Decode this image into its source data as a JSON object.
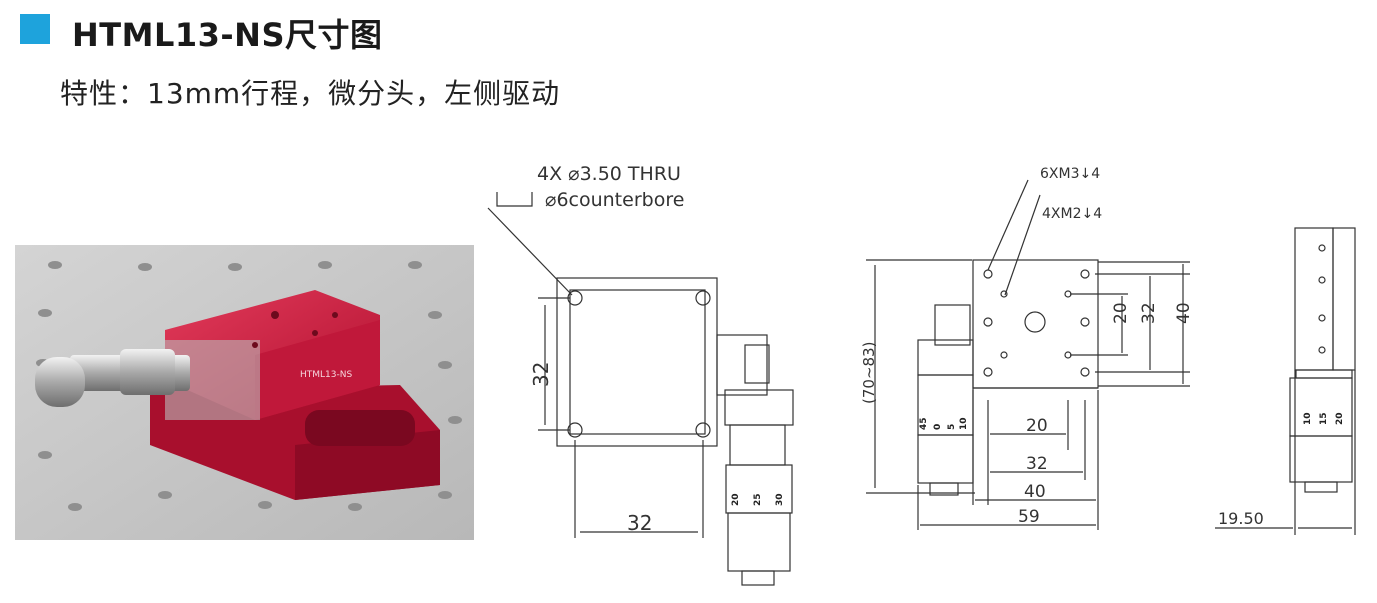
{
  "header": {
    "title": "HTML13-NS尺寸图",
    "subtitle": "特性：13mm行程，微分头，左侧驱动",
    "accent_color": "#1ea3dc"
  },
  "photo": {
    "product_label": "HTML13-NS",
    "body_color": "#c0183a"
  },
  "top_view": {
    "hole_callout_1": "4X ⌀3.50 THRU",
    "hole_callout_2": "⌀6counterbore",
    "dim_height": "32",
    "dim_width": "32",
    "micrometer_ticks": [
      "20",
      "25",
      "30"
    ]
  },
  "front_view": {
    "callout_m3": "6XM3↓4",
    "callout_m2": "4XM2↓4",
    "dim_20_vert": "20",
    "dim_32_vert": "32",
    "dim_40_vert": "40",
    "dim_height_range": "(70~83)",
    "dim_20": "20",
    "dim_32": "32",
    "dim_40": "40",
    "dim_59": "59",
    "micrometer_ticks": [
      "45",
      "0",
      "5",
      "10"
    ]
  },
  "side_view": {
    "dim_offset": "19.50",
    "micrometer_ticks": [
      "10",
      "15",
      "20"
    ]
  }
}
